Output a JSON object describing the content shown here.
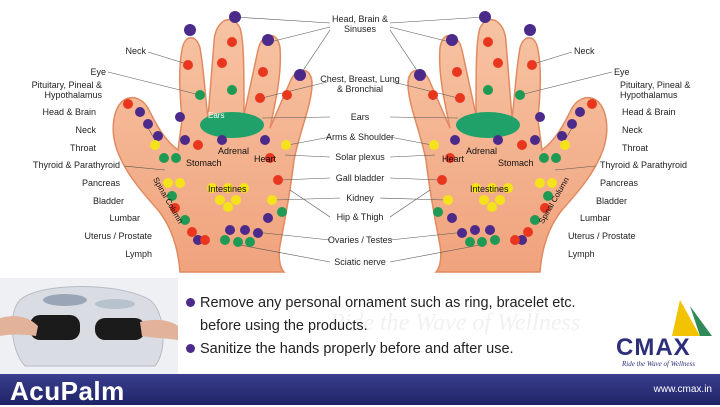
{
  "labels": {
    "head_brain_sinuses": "Head, Brain & Sinuses",
    "neck": "Neck",
    "eye": "Eye",
    "pituitary": "Pituitary, Pineal & Hypothalamus",
    "head_brain": "Head & Brain",
    "chest": "Chest, Breast, Lung & Bronchial",
    "ears": "Ears",
    "arms_shoulder": "Arms & Shoulder",
    "throat": "Throat",
    "solar_plexus": "Solar plexus",
    "thyroid": "Thyroid & Parathyroid",
    "gall_bladder": "Gall bladder",
    "pancreas": "Pancreas",
    "kidney": "Kidney",
    "bladder": "Bladder",
    "hip_thigh": "Hip & Thigh",
    "lumbar": "Lumbar",
    "uterus": "Uterus / Prostate",
    "ovaries": "Ovaries / Testes",
    "lymph": "Lymph",
    "sciatic": "Sciatic nerve",
    "adrenal": "Adrenal",
    "heart": "Heart",
    "stomach": "Stomach",
    "intestines": "Intestines",
    "spinal_column": "Spinal Column"
  },
  "instructions": [
    "Remove any personal ornament such as ring, bracelet etc.",
    "before using the products.",
    "Sanitize the hands properly before and after use."
  ],
  "watermark": "Ride the Wave of Wellness",
  "brand": {
    "product": "AcuPalm",
    "logo": "CMAX",
    "tagline": "Ride the Wave of Wellness",
    "website": "www.cmax.in"
  },
  "colors": {
    "skin": "#f4b08c",
    "skin_edge": "#e08a60",
    "red_point": "#e8371e",
    "purple_point": "#4b2a8a",
    "green_point": "#1f9a55",
    "yellow_point": "#f4e31a",
    "footer": "#2a2e7a"
  }
}
